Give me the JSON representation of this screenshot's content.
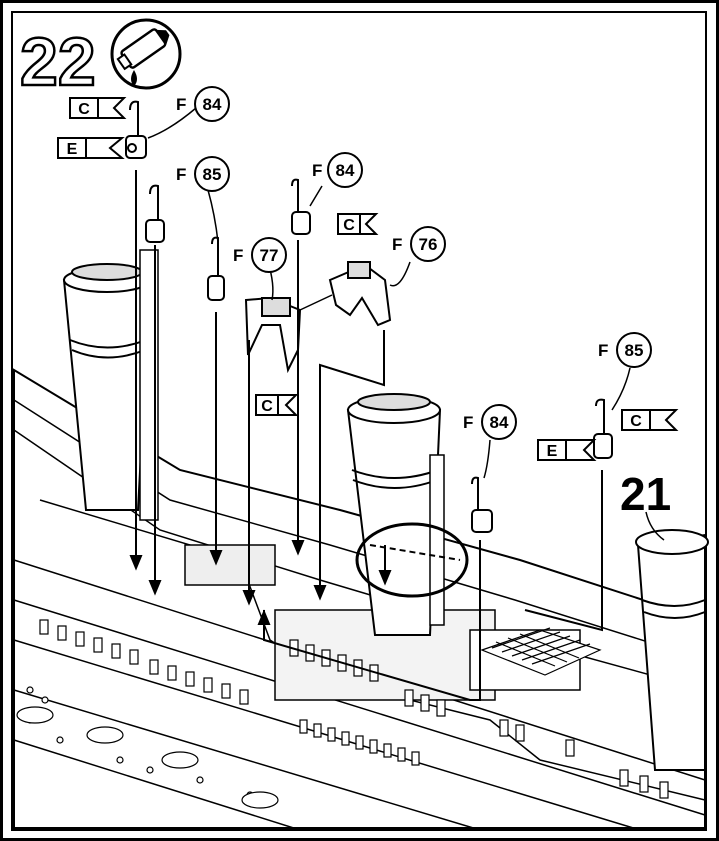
{
  "step_number": "22",
  "next_step_ref": "21",
  "glue_icon": "glue-tube-icon",
  "colors": {
    "ink": "#000000",
    "paper": "#ffffff",
    "shade": "#dcdcdc"
  },
  "callouts": [
    {
      "sprue": "F",
      "num": "84"
    },
    {
      "sprue": "F",
      "num": "85"
    },
    {
      "sprue": "F",
      "num": "84"
    },
    {
      "sprue": "F",
      "num": "77"
    },
    {
      "sprue": "F",
      "num": "76"
    },
    {
      "sprue": "F",
      "num": "85"
    },
    {
      "sprue": "F",
      "num": "84"
    }
  ],
  "color_flags": [
    "C",
    "E",
    "C",
    "C",
    "C",
    "E"
  ]
}
